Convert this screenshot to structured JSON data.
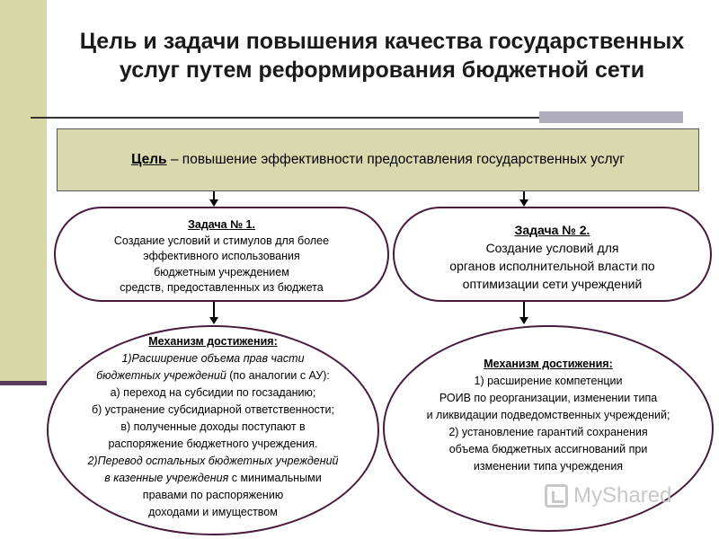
{
  "title": {
    "line1": "Цель и задачи повышения качества государственных",
    "line2": "услуг путем реформирования бюджетной сети"
  },
  "goal": {
    "label": "Цель",
    "text": " – повышение эффективности предоставления государственных услуг"
  },
  "task1": {
    "header": "Задача № 1.",
    "lines": [
      "Создание условий и стимулов для более",
      "эффективного использования",
      "бюджетным учреждением",
      "средств, предоставленных из бюджета"
    ]
  },
  "task2": {
    "header": "Задача № 2.",
    "lines": [
      "Создание условий для",
      "органов исполнительной власти по",
      "оптимизации сети учреждений"
    ]
  },
  "mechanism1": {
    "header": "Механизм достижения:",
    "line1_italic": "1)Расширение объема прав части",
    "line2_italic": "бюджетных учреждений",
    "line2_rest": " (по аналогии с АУ):",
    "line3": "а) переход на субсидии по госзаданию;",
    "line4": "б) устранение субсидиарной ответственности;",
    "line5": "в) полученные доходы поступают в",
    "line6": "распоряжение бюджетного учреждения.",
    "line7_italic": "2)Перевод остальных бюджетных учреждений",
    "line8_italic": "в казенные учреждения",
    "line8_rest": " с минимальными",
    "line9": "правами по распоряжению",
    "line10": "доходами и имуществом"
  },
  "mechanism2": {
    "header": "Механизм достижения: ",
    "lines": [
      "1) расширение компетенции",
      "РОИВ по реорганизации, изменении типа",
      "и ликвидации подведомственных учреждений;",
      "2) установление гарантий сохранения",
      "объема бюджетных ассигнований при",
      "изменении типа учреждения"
    ]
  },
  "watermark": {
    "text": "MyShared",
    "icon": "presentation-icon"
  },
  "colors": {
    "sidebar": "#d6d8a5",
    "goal_box": "#d9d9b0",
    "border": "#4a1a3a",
    "accent_bar": "#b0aebc"
  }
}
